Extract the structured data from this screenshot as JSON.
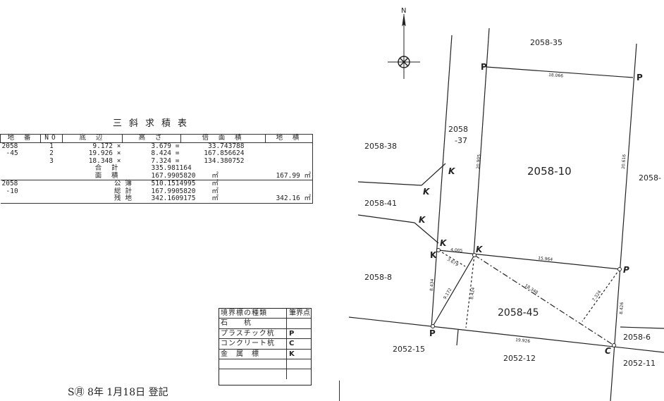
{
  "table": {
    "title": "三斜求積表",
    "headers": [
      "地 番",
      "NO",
      "底 辺",
      "高 さ",
      "倍 面 積",
      "地 積"
    ],
    "lot1": {
      "lot": [
        "2058",
        "-45"
      ],
      "rows": [
        {
          "no": "1",
          "base": "9.172",
          "x": "×",
          "height": "3.679",
          "eq": "=",
          "double_area": "33.743788"
        },
        {
          "no": "2",
          "base": "19.926",
          "x": "×",
          "height": "8.424",
          "eq": "=",
          "double_area": "167.856624"
        },
        {
          "no": "3",
          "base": "18.348",
          "x": "×",
          "height": "7.324",
          "eq": "=",
          "double_area": "134.380752"
        }
      ],
      "total_label": "合 計",
      "total": "335.981164",
      "area_label": "面 積",
      "area": "167.9905820",
      "unit": "㎡",
      "land_area": "167.99 ㎡"
    },
    "lot2": {
      "lot": [
        "2058",
        "-10"
      ],
      "rows": [
        {
          "l1": "公",
          "l2": "簿",
          "val": "510.1514995",
          "unit": "㎡"
        },
        {
          "l1": "総",
          "l2": "計",
          "val": "167.9905820",
          "unit": "㎡"
        },
        {
          "l1": "残",
          "l2": "地",
          "val": "342.1609175",
          "unit": "㎡"
        }
      ],
      "land_area": "342.16 ㎡"
    }
  },
  "legend": {
    "headers": [
      "境界標の種類",
      "筆界点"
    ],
    "rows": [
      {
        "kind": "石　　杭",
        "mark": ""
      },
      {
        "kind": "プラスチック杭",
        "mark": "P"
      },
      {
        "kind": "コンクリート杭",
        "mark": "C"
      },
      {
        "kind": "金　属　標",
        "mark": "K"
      },
      {
        "kind": "",
        "mark": ""
      },
      {
        "kind": "",
        "mark": ""
      }
    ]
  },
  "stamp": "S㊊ 8年 1月18日 登記",
  "map": {
    "north": "N",
    "parcels": {
      "p35": "2058-35",
      "p38": "2058-38",
      "p37a": "2058",
      "p37b": "-37",
      "p10": "2058-10",
      "pright": "2058-",
      "p41": "2058-41",
      "p8": "2058-8",
      "p45": "2058-45",
      "p6": "2058-6",
      "p15": "2052-15",
      "p12": "2052-12",
      "p11": "2052-11"
    },
    "marks": {
      "P": "P",
      "K": "K",
      "C": "C"
    },
    "dims": {
      "top": "18.066",
      "left10": "20.905",
      "right10": "20.616",
      "kk": "4.005",
      "kp": "15.964",
      "h1": "3.679",
      "d1": "9.172",
      "h2": "8.424",
      "d3": "18.348",
      "h3": "7.324",
      "left45": "8.434",
      "right45": "8.426",
      "bottom": "19.926"
    }
  }
}
